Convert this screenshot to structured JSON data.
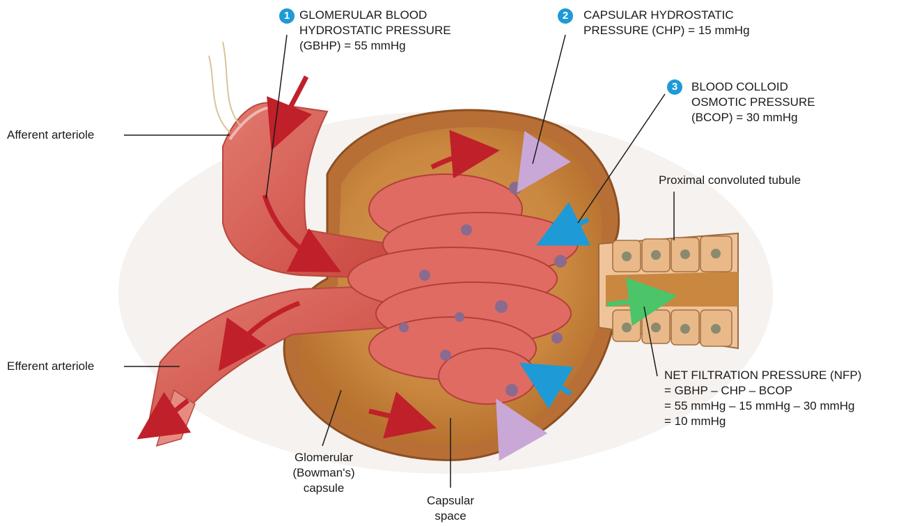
{
  "labels": {
    "gbhp": {
      "number": "1",
      "lines": [
        "GLOMERULAR BLOOD",
        "HYDROSTATIC PRESSURE",
        "(GBHP) = 55 mmHg"
      ]
    },
    "chp": {
      "number": "2",
      "lines": [
        "CAPSULAR HYDROSTATIC",
        "PRESSURE (CHP) = 15 mmHg"
      ]
    },
    "bcop": {
      "number": "3",
      "lines": [
        "BLOOD COLLOID",
        "OSMOTIC PRESSURE",
        "(BCOP) = 30 mmHg"
      ]
    },
    "afferent": "Afferent arteriole",
    "efferent": "Efferent arteriole",
    "pct": "Proximal convoluted tubule",
    "nfp": {
      "lines": [
        "NET FILTRATION PRESSURE (NFP)",
        "= GBHP – CHP – BCOP",
        "= 55 mmHg – 15 mmHg – 30 mmHg",
        "= 10 mmHg"
      ]
    },
    "capsule": [
      "Glomerular",
      "(Bowman's)",
      "capsule"
    ],
    "space": [
      "Capsular",
      "space"
    ]
  },
  "colors": {
    "badge": "#1e9ad6",
    "capsule_fill": "#c98a4b",
    "vessel": "#d9534f",
    "gbhp_arrow": "#c0202a",
    "chp_arrow": "#c9a8d8",
    "bcop_arrow": "#1e9ad6",
    "nfp_arrow": "#4cc46a",
    "tubule_cell": "#e9b98a"
  }
}
